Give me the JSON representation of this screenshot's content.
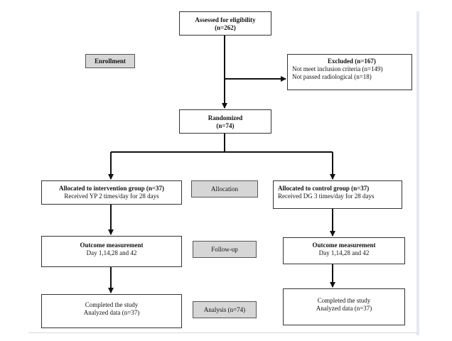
{
  "stages": {
    "enrollment": "Enrollment",
    "allocation": "Allocation",
    "followup": "Follow-up",
    "analysis": "Analysis (n=74)"
  },
  "assessed": {
    "title": "Assessed for eligibility",
    "count": "(n=262)"
  },
  "excluded": {
    "title": "Excluded  (n=167)",
    "reason1": "Not meet inclusion criteria  (n=149)",
    "reason2": "Not passed radiological  (n=18)"
  },
  "randomized": {
    "title": "Randomized",
    "count": "(n=74)"
  },
  "intervention": {
    "allocated": "Allocated to intervention group (n=37)",
    "treatment": "Received YP 2 times/day for 28  days",
    "outcome_title": "Outcome measurement",
    "outcome_days": "Day 1,14,28  and 42",
    "completed": "Completed the study",
    "analyzed": "Analyzed data (n=37)"
  },
  "control": {
    "allocated": "Allocated to control group (n=37)",
    "treatment": "Received DG  3 times/day for 28  days",
    "outcome_title": "Outcome measurement",
    "outcome_days": "Day 1,14,28  and 42",
    "completed": "Completed the study",
    "analyzed": "Analyzed data (n=37)"
  }
}
